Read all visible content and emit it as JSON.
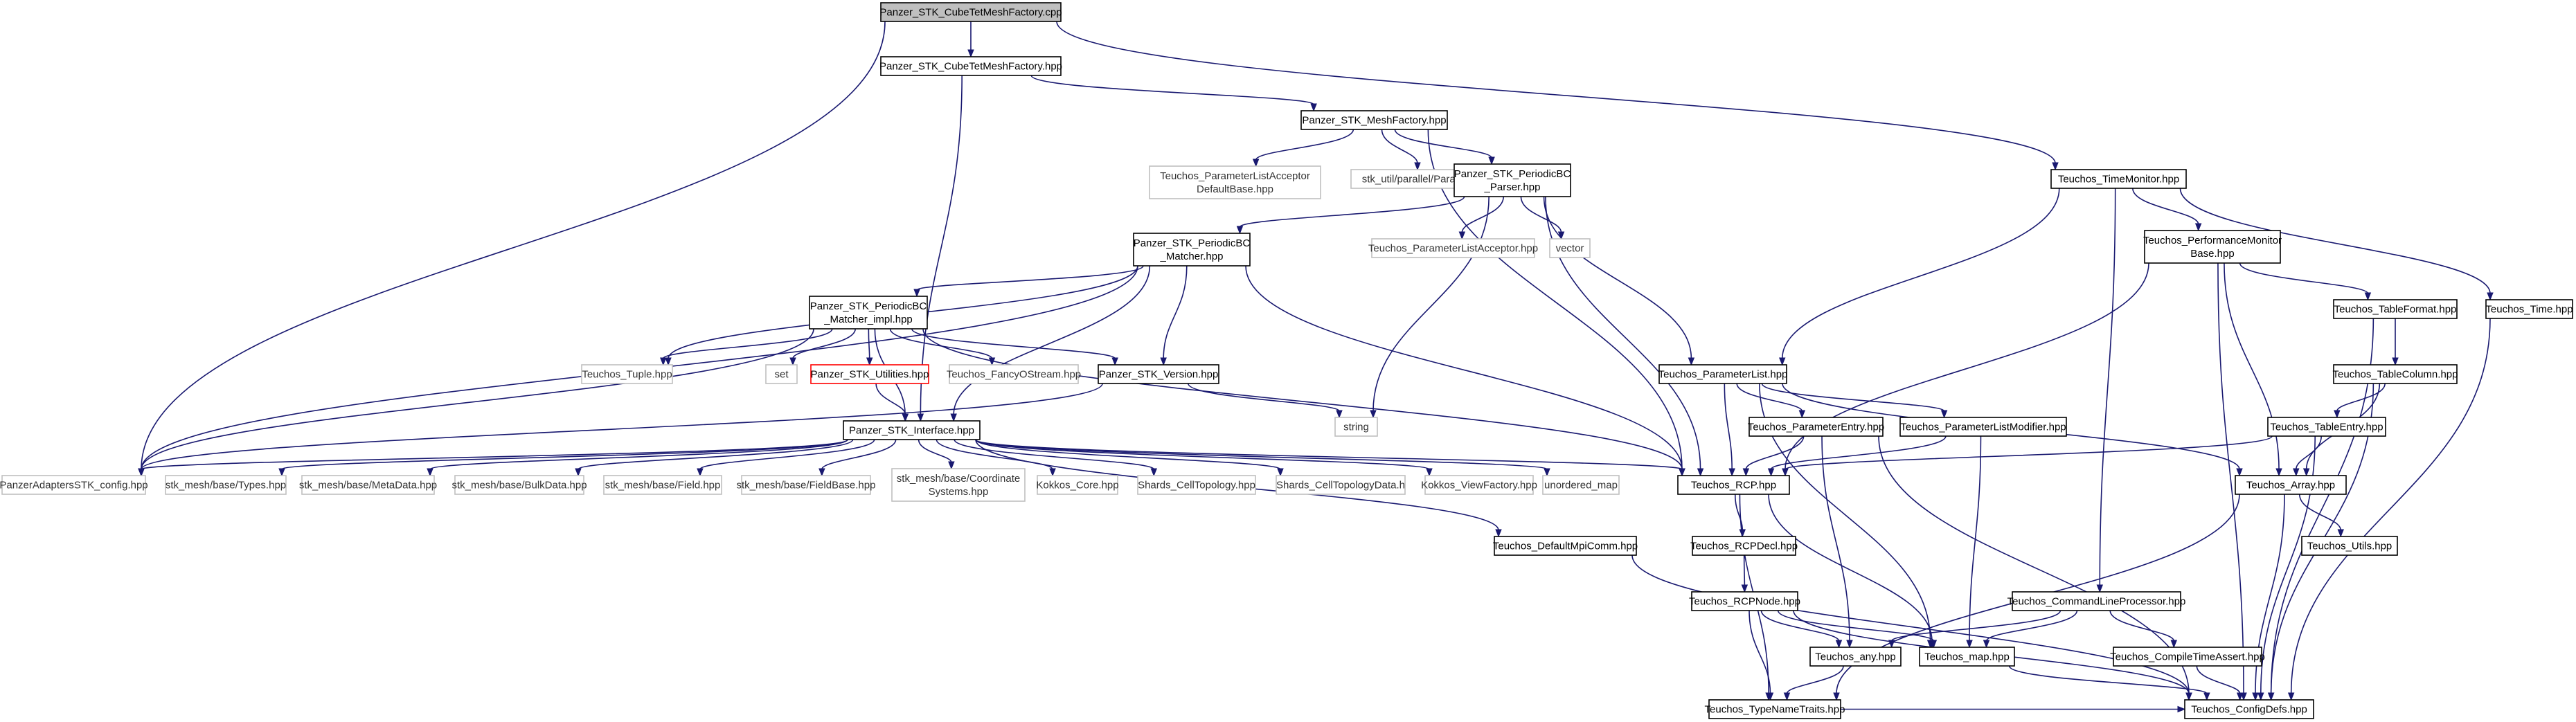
{
  "colors": {
    "edge": "#191970",
    "root_fill": "#bfbfbf",
    "doc_border": "#000000",
    "external_border": "#bfbfbf",
    "incomplete_border": "#ff0000"
  },
  "nodes": [
    {
      "id": "n_root",
      "kind": "root",
      "lines": [
        "Panzer_STK_CubeTetMeshFactory.cpp"
      ]
    },
    {
      "id": "n_cubetet_hpp",
      "kind": "doc",
      "lines": [
        "Panzer_STK_CubeTetMeshFactory.hpp"
      ]
    },
    {
      "id": "n_meshfactory",
      "kind": "doc",
      "lines": [
        "Panzer_STK_MeshFactory.hpp"
      ]
    },
    {
      "id": "n_timemonitor",
      "kind": "doc",
      "lines": [
        "Teuchos_TimeMonitor.hpp"
      ]
    },
    {
      "id": "n_placcdefault",
      "kind": "ext",
      "lines": [
        "Teuchos_ParameterListAcceptor",
        "DefaultBase.hpp"
      ]
    },
    {
      "id": "n_stkparallel",
      "kind": "ext",
      "lines": [
        "stk_util/parallel/Parallel.hpp"
      ]
    },
    {
      "id": "n_periodicparser",
      "kind": "doc",
      "lines": [
        "Panzer_STK_PeriodicBC",
        "_Parser.hpp"
      ]
    },
    {
      "id": "n_periodicmatcher",
      "kind": "doc",
      "lines": [
        "Panzer_STK_PeriodicBC",
        "_Matcher.hpp"
      ]
    },
    {
      "id": "n_placceptor",
      "kind": "ext",
      "lines": [
        "Teuchos_ParameterListAcceptor.hpp"
      ]
    },
    {
      "id": "n_vector",
      "kind": "ext",
      "lines": [
        "vector"
      ]
    },
    {
      "id": "n_perfmonitor",
      "kind": "doc",
      "lines": [
        "Teuchos_PerformanceMonitor",
        "Base.hpp"
      ]
    },
    {
      "id": "n_time",
      "kind": "doc",
      "lines": [
        "Teuchos_Time.hpp"
      ]
    },
    {
      "id": "n_matcherimpl",
      "kind": "doc",
      "lines": [
        "Panzer_STK_PeriodicBC",
        "_Matcher_impl.hpp"
      ]
    },
    {
      "id": "n_tableformat",
      "kind": "doc",
      "lines": [
        "Teuchos_TableFormat.hpp"
      ]
    },
    {
      "id": "n_tuple",
      "kind": "ext",
      "lines": [
        "Teuchos_Tuple.hpp"
      ]
    },
    {
      "id": "n_set",
      "kind": "ext",
      "lines": [
        "set"
      ]
    },
    {
      "id": "n_utilities",
      "kind": "incomplete",
      "lines": [
        "Panzer_STK_Utilities.hpp"
      ]
    },
    {
      "id": "n_fancyostream",
      "kind": "ext",
      "lines": [
        "Teuchos_FancyOStream.hpp"
      ]
    },
    {
      "id": "n_version",
      "kind": "doc",
      "lines": [
        "Panzer_STK_Version.hpp"
      ]
    },
    {
      "id": "n_paramlist",
      "kind": "doc",
      "lines": [
        "Teuchos_ParameterList.hpp"
      ]
    },
    {
      "id": "n_tablecolumn",
      "kind": "doc",
      "lines": [
        "Teuchos_TableColumn.hpp"
      ]
    },
    {
      "id": "n_string",
      "kind": "ext",
      "lines": [
        "string"
      ]
    },
    {
      "id": "n_interface",
      "kind": "doc",
      "lines": [
        "Panzer_STK_Interface.hpp"
      ]
    },
    {
      "id": "n_paramentry",
      "kind": "doc",
      "lines": [
        "Teuchos_ParameterEntry.hpp"
      ]
    },
    {
      "id": "n_plmodifier",
      "kind": "doc",
      "lines": [
        "Teuchos_ParameterListModifier.hpp"
      ]
    },
    {
      "id": "n_tableentry",
      "kind": "doc",
      "lines": [
        "Teuchos_TableEntry.hpp"
      ]
    },
    {
      "id": "n_config",
      "kind": "ext",
      "lines": [
        "PanzerAdaptersSTK_config.hpp"
      ]
    },
    {
      "id": "n_types",
      "kind": "ext",
      "lines": [
        "stk_mesh/base/Types.hpp"
      ]
    },
    {
      "id": "n_metadata",
      "kind": "ext",
      "lines": [
        "stk_mesh/base/MetaData.hpp"
      ]
    },
    {
      "id": "n_bulkdata",
      "kind": "ext",
      "lines": [
        "stk_mesh/base/BulkData.hpp"
      ]
    },
    {
      "id": "n_field",
      "kind": "ext",
      "lines": [
        "stk_mesh/base/Field.hpp"
      ]
    },
    {
      "id": "n_fieldbase",
      "kind": "ext",
      "lines": [
        "stk_mesh/base/FieldBase.hpp"
      ]
    },
    {
      "id": "n_coordsys",
      "kind": "ext",
      "lines": [
        "stk_mesh/base/Coordinate",
        "Systems.hpp"
      ]
    },
    {
      "id": "n_kokkoscore",
      "kind": "ext",
      "lines": [
        "Kokkos_Core.hpp"
      ]
    },
    {
      "id": "n_celltopo_hpp",
      "kind": "ext",
      "lines": [
        "Shards_CellTopology.hpp"
      ]
    },
    {
      "id": "n_celltopodata",
      "kind": "ext",
      "lines": [
        "Shards_CellTopologyData.h"
      ]
    },
    {
      "id": "n_viewfactory",
      "kind": "ext",
      "lines": [
        "Kokkos_ViewFactory.hpp"
      ]
    },
    {
      "id": "n_unorderedmap",
      "kind": "ext",
      "lines": [
        "unordered_map"
      ]
    },
    {
      "id": "n_rcp",
      "kind": "doc",
      "lines": [
        "Teuchos_RCP.hpp"
      ]
    },
    {
      "id": "n_array",
      "kind": "doc",
      "lines": [
        "Teuchos_Array.hpp"
      ]
    },
    {
      "id": "n_defaultmpicomm",
      "kind": "doc",
      "lines": [
        "Teuchos_DefaultMpiComm.hpp"
      ]
    },
    {
      "id": "n_rcpdecl",
      "kind": "doc",
      "lines": [
        "Teuchos_RCPDecl.hpp"
      ]
    },
    {
      "id": "n_utils",
      "kind": "doc",
      "lines": [
        "Teuchos_Utils.hpp"
      ]
    },
    {
      "id": "n_rcpnode",
      "kind": "doc",
      "lines": [
        "Teuchos_RCPNode.hpp"
      ]
    },
    {
      "id": "n_cmdline",
      "kind": "doc",
      "lines": [
        "Teuchos_CommandLineProcessor.hpp"
      ]
    },
    {
      "id": "n_any",
      "kind": "doc",
      "lines": [
        "Teuchos_any.hpp"
      ]
    },
    {
      "id": "n_map",
      "kind": "doc",
      "lines": [
        "Teuchos_map.hpp"
      ]
    },
    {
      "id": "n_compiletimeassert",
      "kind": "doc",
      "lines": [
        "Teuchos_CompileTimeAssert.hpp"
      ]
    },
    {
      "id": "n_typenametraits",
      "kind": "doc",
      "lines": [
        "Teuchos_TypeNameTraits.hpp"
      ]
    },
    {
      "id": "n_configdefs",
      "kind": "doc",
      "lines": [
        "Teuchos_ConfigDefs.hpp"
      ]
    }
  ],
  "edges": [
    [
      "n_root",
      "n_cubetet_hpp"
    ],
    [
      "n_root",
      "n_config"
    ],
    [
      "n_root",
      "n_timemonitor"
    ],
    [
      "n_cubetet_hpp",
      "n_meshfactory"
    ],
    [
      "n_cubetet_hpp",
      "n_interface"
    ],
    [
      "n_meshfactory",
      "n_placcdefault"
    ],
    [
      "n_meshfactory",
      "n_stkparallel"
    ],
    [
      "n_meshfactory",
      "n_periodicparser"
    ],
    [
      "n_meshfactory",
      "n_rcp"
    ],
    [
      "n_periodicparser",
      "n_periodicmatcher"
    ],
    [
      "n_periodicparser",
      "n_placceptor"
    ],
    [
      "n_periodicparser",
      "n_vector"
    ],
    [
      "n_periodicparser",
      "n_string"
    ],
    [
      "n_periodicparser",
      "n_paramlist"
    ],
    [
      "n_periodicparser",
      "n_rcp"
    ],
    [
      "n_periodicmatcher",
      "n_matcherimpl"
    ],
    [
      "n_periodicmatcher",
      "n_tuple"
    ],
    [
      "n_periodicmatcher",
      "n_config"
    ],
    [
      "n_periodicmatcher",
      "n_version"
    ],
    [
      "n_periodicmatcher",
      "n_interface"
    ],
    [
      "n_periodicmatcher",
      "n_rcp"
    ],
    [
      "n_matcherimpl",
      "n_tuple"
    ],
    [
      "n_matcherimpl",
      "n_set"
    ],
    [
      "n_matcherimpl",
      "n_utilities"
    ],
    [
      "n_matcherimpl",
      "n_fancyostream"
    ],
    [
      "n_matcherimpl",
      "n_version"
    ],
    [
      "n_matcherimpl",
      "n_interface"
    ],
    [
      "n_matcherimpl",
      "n_config"
    ],
    [
      "n_matcherimpl",
      "n_rcp"
    ],
    [
      "n_utilities",
      "n_interface"
    ],
    [
      "n_version",
      "n_string"
    ],
    [
      "n_version",
      "n_config"
    ],
    [
      "n_interface",
      "n_config"
    ],
    [
      "n_interface",
      "n_types"
    ],
    [
      "n_interface",
      "n_metadata"
    ],
    [
      "n_interface",
      "n_bulkdata"
    ],
    [
      "n_interface",
      "n_field"
    ],
    [
      "n_interface",
      "n_fieldbase"
    ],
    [
      "n_interface",
      "n_coordsys"
    ],
    [
      "n_interface",
      "n_kokkoscore"
    ],
    [
      "n_interface",
      "n_celltopo_hpp"
    ],
    [
      "n_interface",
      "n_celltopodata"
    ],
    [
      "n_interface",
      "n_viewfactory"
    ],
    [
      "n_interface",
      "n_unorderedmap"
    ],
    [
      "n_interface",
      "n_rcp"
    ],
    [
      "n_interface",
      "n_defaultmpicomm"
    ],
    [
      "n_timemonitor",
      "n_perfmonitor"
    ],
    [
      "n_timemonitor",
      "n_time"
    ],
    [
      "n_timemonitor",
      "n_paramlist"
    ],
    [
      "n_timemonitor",
      "n_cmdline"
    ],
    [
      "n_perfmonitor",
      "n_tableformat"
    ],
    [
      "n_perfmonitor",
      "n_rcp"
    ],
    [
      "n_perfmonitor",
      "n_array"
    ],
    [
      "n_perfmonitor",
      "n_configdefs"
    ],
    [
      "n_tableformat",
      "n_tablecolumn"
    ],
    [
      "n_tableformat",
      "n_configdefs"
    ],
    [
      "n_tablecolumn",
      "n_tableentry"
    ],
    [
      "n_tablecolumn",
      "n_array"
    ],
    [
      "n_tablecolumn",
      "n_configdefs"
    ],
    [
      "n_tableentry",
      "n_rcp"
    ],
    [
      "n_tableentry",
      "n_array"
    ],
    [
      "n_tableentry",
      "n_configdefs"
    ],
    [
      "n_time",
      "n_configdefs"
    ],
    [
      "n_paramlist",
      "n_paramentry"
    ],
    [
      "n_paramlist",
      "n_plmodifier"
    ],
    [
      "n_paramlist",
      "n_rcp"
    ],
    [
      "n_paramlist",
      "n_array"
    ],
    [
      "n_paramlist",
      "n_map"
    ],
    [
      "n_paramentry",
      "n_rcp"
    ],
    [
      "n_paramentry",
      "n_any"
    ],
    [
      "n_paramentry",
      "n_configdefs"
    ],
    [
      "n_plmodifier",
      "n_rcp"
    ],
    [
      "n_plmodifier",
      "n_map"
    ],
    [
      "n_rcp",
      "n_rcpdecl"
    ],
    [
      "n_rcp",
      "n_map"
    ],
    [
      "n_rcp",
      "n_typenametraits"
    ],
    [
      "n_rcpdecl",
      "n_rcpnode"
    ],
    [
      "n_rcpnode",
      "n_any"
    ],
    [
      "n_rcpnode",
      "n_map"
    ],
    [
      "n_rcpnode",
      "n_typenametraits"
    ],
    [
      "n_rcpnode",
      "n_configdefs"
    ],
    [
      "n_array",
      "n_utils"
    ],
    [
      "n_array",
      "n_configdefs"
    ],
    [
      "n_array",
      "n_typenametraits"
    ],
    [
      "n_cmdline",
      "n_any"
    ],
    [
      "n_cmdline",
      "n_map"
    ],
    [
      "n_cmdline",
      "n_compiletimeassert"
    ],
    [
      "n_any",
      "n_typenametraits"
    ],
    [
      "n_map",
      "n_configdefs"
    ],
    [
      "n_compiletimeassert",
      "n_configdefs"
    ],
    [
      "n_typenametraits",
      "n_configdefs"
    ],
    [
      "n_defaultmpicomm",
      "n_configdefs"
    ]
  ]
}
